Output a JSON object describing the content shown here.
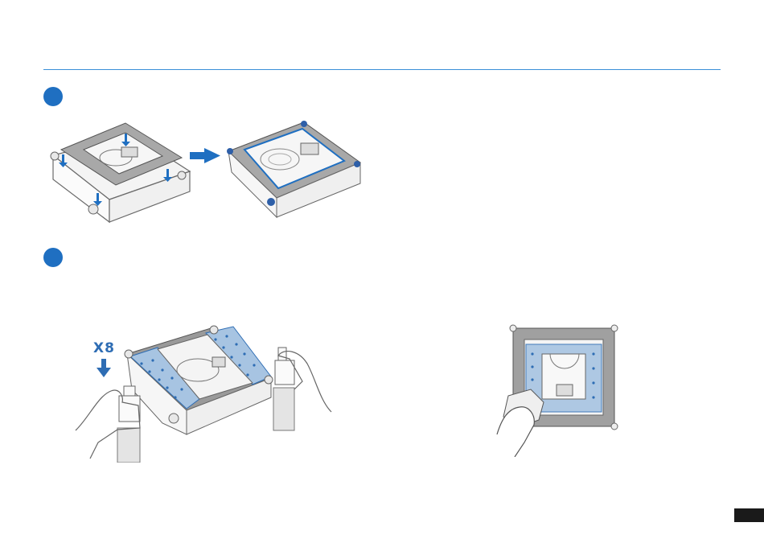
{
  "instructions": {
    "step1_figure": {
      "illustration": "install-filter-frame",
      "arrow_icon": "arrow-right-icon"
    },
    "step2_figure": {
      "multiplier_label": "X8",
      "illustration": "spray-cleaning-pad",
      "arrow_icon": "arrow-down-icon"
    },
    "step3_figure": {
      "illustration": "wipe-window-with-cloth"
    }
  },
  "colors": {
    "accent": "#1f6fc1",
    "rule": "#3a8fd8",
    "pad_blue": "#a7c4e2",
    "frame_gray": "#a0a0a0"
  }
}
